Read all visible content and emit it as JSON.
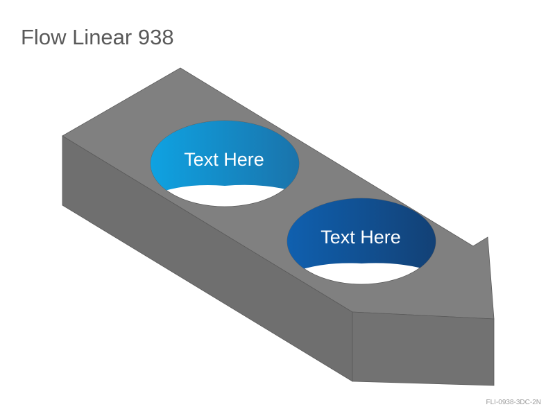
{
  "slide": {
    "title": "Flow Linear 938",
    "code": "FLI-0938-3DC-2N"
  },
  "steps": [
    {
      "label": "Text Here",
      "color_start": "#0ea6e6",
      "color_end": "#1b6fa6"
    },
    {
      "label": "Text Here",
      "color_start": "#0f62b3",
      "color_end": "#133f72"
    }
  ],
  "arrow_colors": {
    "top": "#808080",
    "side": "#6f6f6f",
    "front": "#727272",
    "edge": "#5a5a5a"
  }
}
